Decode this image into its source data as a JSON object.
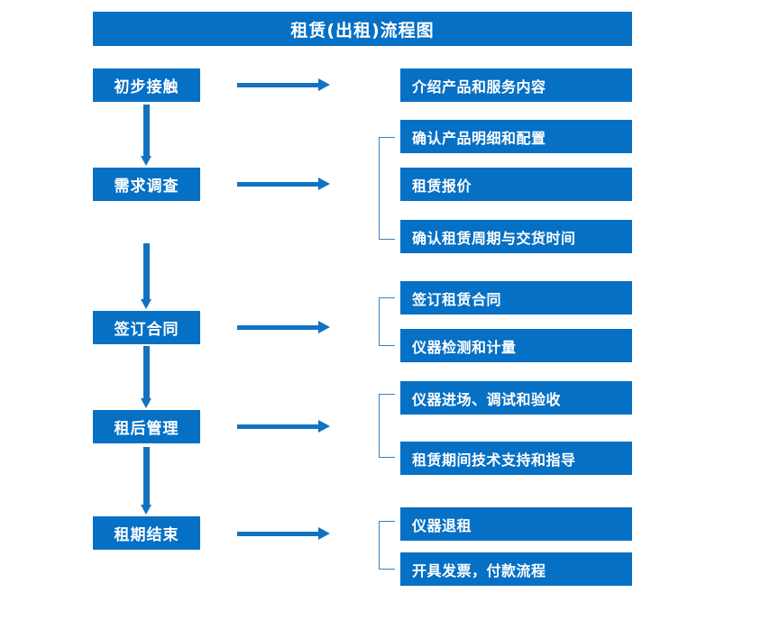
{
  "diagram": {
    "title": "租赁(出租)流程图",
    "colors": {
      "box_blue": "#0670C5",
      "arrow_blue": "#1272BF",
      "bracket_blue": "#3A7FC1",
      "text_white": "#FFFFFF",
      "background": "#FFFFFF"
    },
    "stages": [
      {
        "label": "初步接触"
      },
      {
        "label": "需求调查"
      },
      {
        "label": "签订合同"
      },
      {
        "label": "租后管理"
      },
      {
        "label": "租期结束"
      }
    ],
    "details": [
      {
        "label": "介绍产品和服务内容"
      },
      {
        "label": "确认产品明细和配置"
      },
      {
        "label": "租赁报价"
      },
      {
        "label": "确认租赁周期与交货时间"
      },
      {
        "label": "签订租赁合同"
      },
      {
        "label": "仪器检测和计量"
      },
      {
        "label": "仪器进场、调试和验收"
      },
      {
        "label": "租赁期间技术支持和指导"
      },
      {
        "label": "仪器退租"
      },
      {
        "label": "开具发票，付款流程"
      }
    ]
  }
}
